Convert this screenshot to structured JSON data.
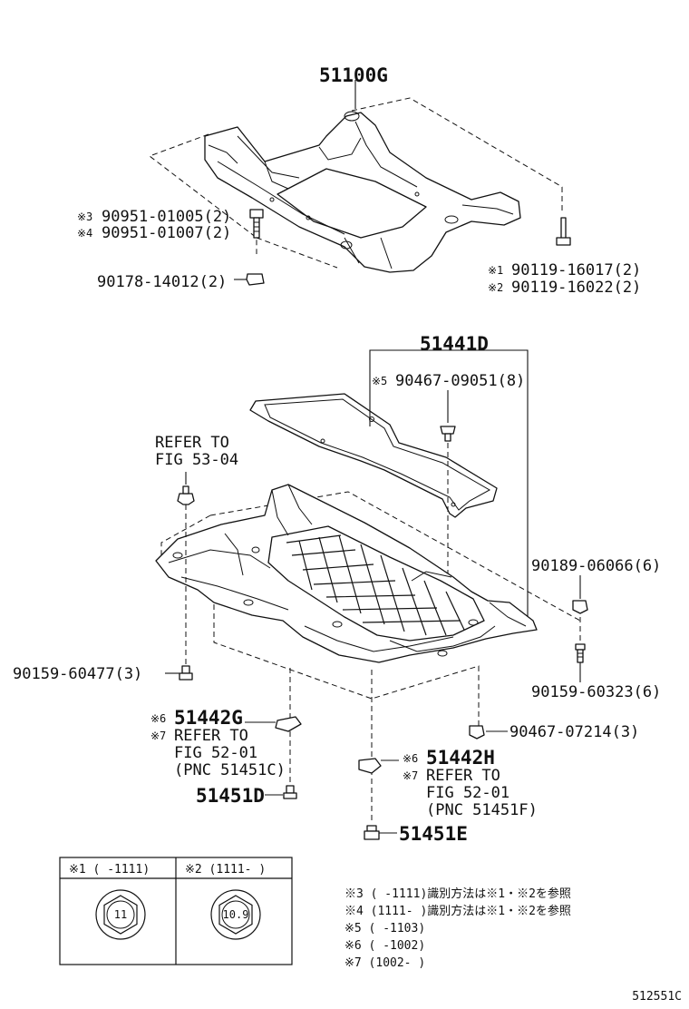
{
  "diagram_id": "512551C",
  "subframe": {
    "part_no": "51100G",
    "left_bolt_a": {
      "mark": "※3",
      "part": "90951-01005(2)"
    },
    "left_bolt_b": {
      "mark": "※4",
      "part": "90951-01007(2)"
    },
    "nut": "90178-14012(2)",
    "right_bolt_a": {
      "mark": "※1",
      "part": "90119-16017(2)"
    },
    "right_bolt_b": {
      "mark": "※2",
      "part": "90119-16022(2)"
    }
  },
  "cover": {
    "part_no": "51441D",
    "top_clip": {
      "mark": "※5",
      "part": "90467-09051(8)"
    },
    "refer_line1": "REFER TO",
    "refer_line2": "FIG 53-04",
    "right_nut": "90189-06066(6)",
    "right_bolt": "90159-60323(6)",
    "left_bolt": "90159-60477(3)",
    "bottom_clip": "90467-07214(3)",
    "bracket_g": {
      "mark6": "※6",
      "part": "51442G",
      "mark7": "※7",
      "refer1": "REFER TO",
      "refer2": "FIG 52-01",
      "refer3": "(PNC 51451C)"
    },
    "bolt_d": "51451D",
    "bracket_h": {
      "mark6": "※6",
      "part": "51442H",
      "mark7": "※7",
      "refer1": "REFER TO",
      "refer2": "FIG 52-01",
      "refer3": "(PNC 51451F)"
    },
    "bolt_e": "51451E"
  },
  "legend_table": {
    "col1_header": "※1 (     -1111)",
    "col2_header": "※2 (1111-     )",
    "col1_marking": "11",
    "col2_marking": "10.9"
  },
  "notes": [
    "※3 (     -1111)識別方法は※1・※2を参照",
    "※4 (1111-     )識別方法は※1・※2を参照",
    "※5 (     -1103)",
    "※6 (     -1002)",
    "※7 (1002-     )"
  ]
}
